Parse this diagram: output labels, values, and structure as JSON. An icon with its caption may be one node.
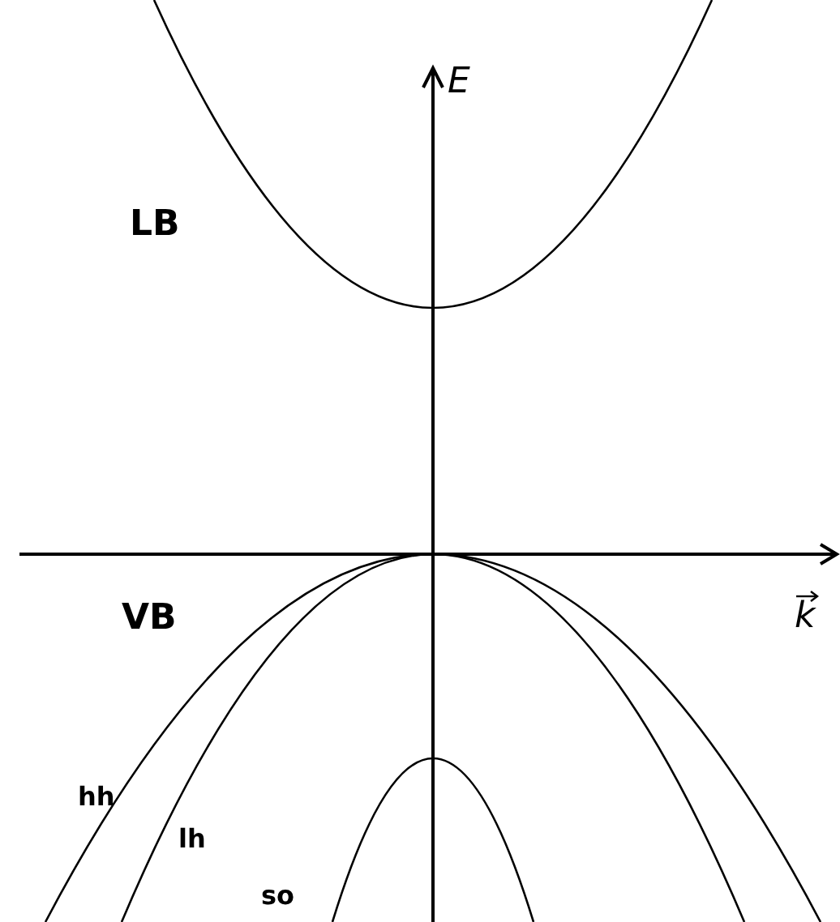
{
  "diagram": {
    "labels": [
      "E",
      "k",
      "LB",
      "VB",
      "hh",
      "lh",
      "so"
    ]
  }
}
